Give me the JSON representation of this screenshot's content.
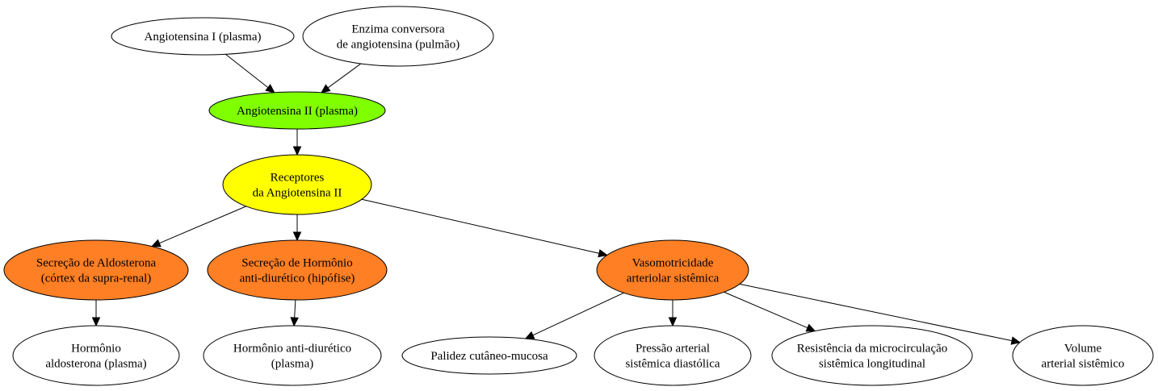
{
  "nodes": {
    "ang1": {
      "lines": [
        "Angiotensina I (plasma)"
      ],
      "fill": "#ffffff"
    },
    "eca": {
      "lines": [
        "Enzima conversora",
        "de angiotensina (pulmão)"
      ],
      "fill": "#ffffff"
    },
    "ang2": {
      "lines": [
        "Angiotensina II (plasma)"
      ],
      "fill": "#7fff00"
    },
    "receptores": {
      "lines": [
        "Receptores",
        "da Angiotensina II"
      ],
      "fill": "#ffff00"
    },
    "aldo_sec": {
      "lines": [
        "Secreção de Aldosterona",
        "(córtex da supra-renal)"
      ],
      "fill": "#ff7f24"
    },
    "adh_sec": {
      "lines": [
        "Secreção de Hormônio",
        "anti-diurético (hipófise)"
      ],
      "fill": "#ff7f24"
    },
    "vaso": {
      "lines": [
        "Vasomotricidade",
        "arteriolar sistêmica"
      ],
      "fill": "#ff7f24"
    },
    "aldo": {
      "lines": [
        "Hormônio",
        "aldosterona (plasma)"
      ],
      "fill": "#ffffff"
    },
    "adh": {
      "lines": [
        "Hormônio anti-diurético",
        "(plasma)"
      ],
      "fill": "#ffffff"
    },
    "palidez": {
      "lines": [
        "Palidez cutâneo-mucosa"
      ],
      "fill": "#ffffff"
    },
    "pressao": {
      "lines": [
        "Pressão arterial",
        "sistêmica diastólica"
      ],
      "fill": "#ffffff"
    },
    "resist": {
      "lines": [
        "Resistência da microcirculação",
        "sistêmica longitudinal"
      ],
      "fill": "#ffffff"
    },
    "volume": {
      "lines": [
        "Volume",
        "arterial sistêmico"
      ],
      "fill": "#ffffff"
    }
  },
  "edges": [
    {
      "from": "ang1",
      "to": "ang2"
    },
    {
      "from": "eca",
      "to": "ang2"
    },
    {
      "from": "ang2",
      "to": "receptores"
    },
    {
      "from": "receptores",
      "to": "aldo_sec"
    },
    {
      "from": "receptores",
      "to": "adh_sec"
    },
    {
      "from": "receptores",
      "to": "vaso"
    },
    {
      "from": "aldo_sec",
      "to": "aldo"
    },
    {
      "from": "adh_sec",
      "to": "adh"
    },
    {
      "from": "vaso",
      "to": "palidez"
    },
    {
      "from": "vaso",
      "to": "pressao"
    },
    {
      "from": "vaso",
      "to": "resist"
    },
    {
      "from": "vaso",
      "to": "volume"
    }
  ]
}
